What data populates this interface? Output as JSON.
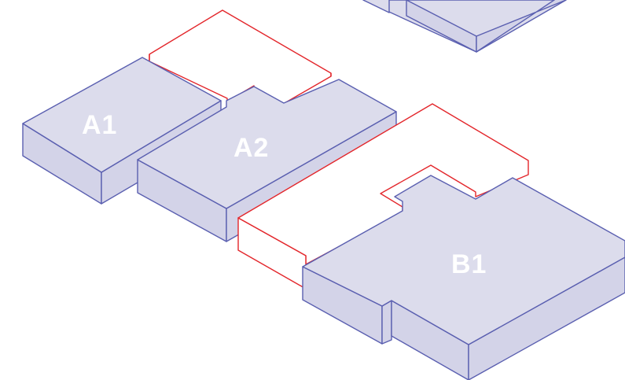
{
  "blocks": {
    "a1": {
      "label": "A1"
    },
    "a2": {
      "label": "A2"
    },
    "b1": {
      "label": "B1"
    }
  },
  "colors": {
    "block_fill": "#dcdcec",
    "block_stroke": "#5a5fb0",
    "outline_stroke": "#e3262b",
    "label_text": "#ffffff"
  }
}
